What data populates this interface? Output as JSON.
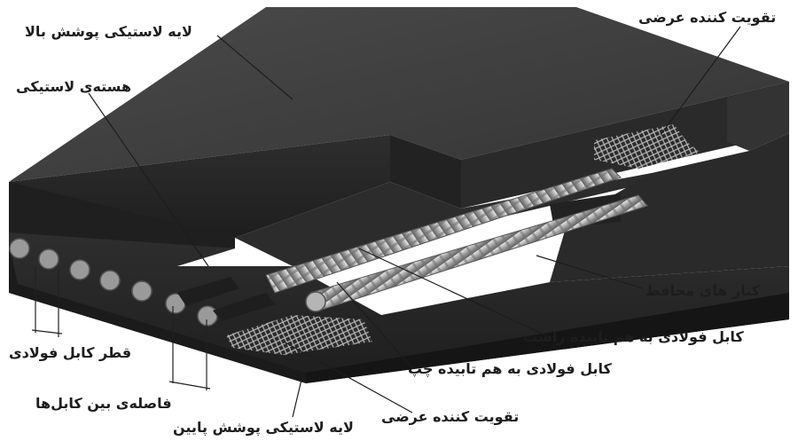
{
  "labels": {
    "top_cover": "لایه لاستیکی پوشش بالا",
    "rubber_core": "هسته‌ی لاستیکی",
    "transverse_top": "تقویت کننده عرضی",
    "edge_guards": "کنار های محافظ",
    "cable_right": "کابل فولادی به هم تابیده راست",
    "cable_left": "کابل فولادی به هم تابیده چپ",
    "cable_diameter": "قطر کابل فولادی",
    "cable_spacing": "فاصله‌ی بین کابل‌ها",
    "bottom_cover": "لایه لاستیکی پوشش پایین",
    "transverse_bottom": "تقویت کننده عرضی"
  },
  "colors": {
    "rubber_top": "#3d3d3d",
    "rubber_front": "#262626",
    "rubber_side": "#1a1a1a",
    "steel": "#bdbdbd",
    "mesh": "#9a9a9a",
    "label_text": "#1d1d1d"
  }
}
